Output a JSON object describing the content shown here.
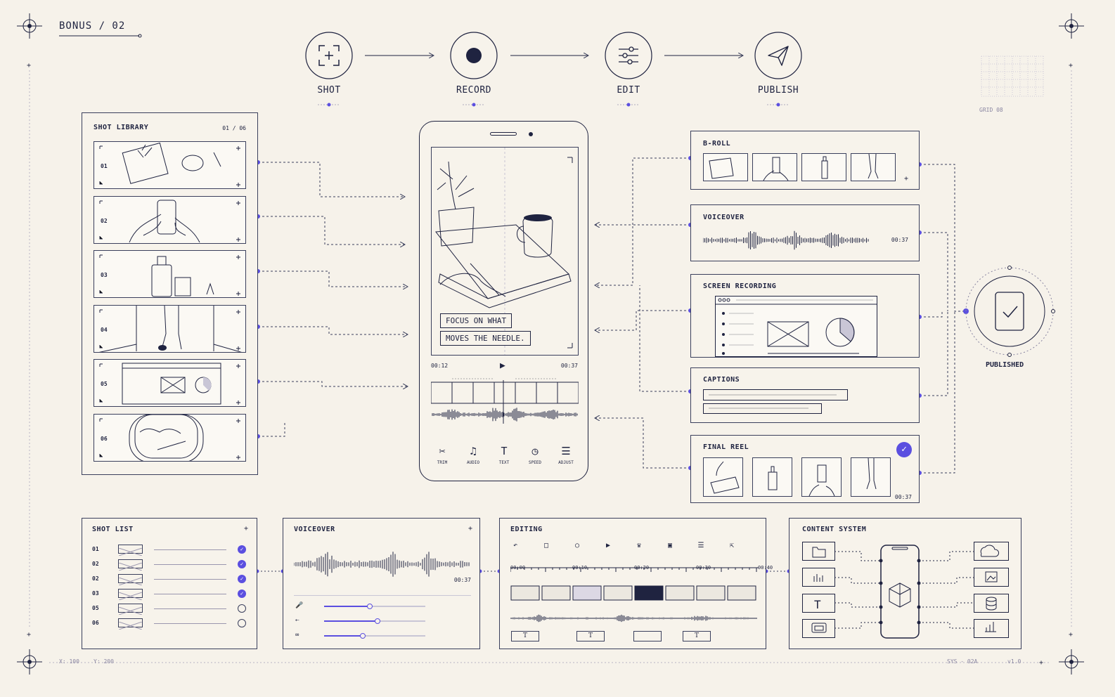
{
  "header": {
    "title": "BONUS / 02"
  },
  "steps": [
    {
      "label": "SHOT",
      "icon": "focus-frame-icon"
    },
    {
      "label": "RECORD",
      "icon": "record-dot-icon"
    },
    {
      "label": "EDIT",
      "icon": "sliders-icon"
    },
    {
      "label": "PUBLISH",
      "icon": "paper-plane-icon"
    }
  ],
  "grid_label": "GRID 08",
  "shot_library": {
    "title": "SHOT LIBRARY",
    "page": "01 / 06",
    "shots": [
      "01",
      "02",
      "03",
      "04",
      "05",
      "06"
    ]
  },
  "phone": {
    "caption_line1": "FOCUS ON WHAT",
    "caption_line2": "MOVES THE NEEDLE.",
    "time_current": "00:12",
    "time_total": "00:37",
    "tools": [
      "TRIM",
      "AUDIO",
      "TEXT",
      "SPEED",
      "ADJUST"
    ]
  },
  "right_panels": {
    "broll": {
      "title": "B-ROLL",
      "plus": "+"
    },
    "voiceover": {
      "title": "VOICEOVER",
      "time": "00:37"
    },
    "screen_recording": {
      "title": "SCREEN RECORDING"
    },
    "captions": {
      "title": "CAPTIONS"
    },
    "final_reel": {
      "title": "FINAL REEL",
      "time": "00:37"
    }
  },
  "published": {
    "label": "PUBLISHED"
  },
  "bottom": {
    "shot_list": {
      "title": "SHOT LIST",
      "plus": "+",
      "rows": [
        {
          "num": "01",
          "done": true
        },
        {
          "num": "02",
          "done": true
        },
        {
          "num": "02",
          "done": true
        },
        {
          "num": "03",
          "done": true
        },
        {
          "num": "05",
          "done": false
        },
        {
          "num": "06",
          "done": false
        }
      ]
    },
    "voiceover": {
      "title": "VOICEOVER",
      "plus": "+",
      "time": "00:37",
      "slider_levels": [
        0.45,
        0.53,
        0.38
      ]
    },
    "editing": {
      "title": "EDITING",
      "ticks": [
        "00:00",
        "00:10",
        "00:20",
        "00:30",
        "00:40"
      ],
      "text_marker": "T"
    },
    "content_system": {
      "title": "CONTENT SYSTEM"
    }
  },
  "footer": {
    "coord_x": "X: 100",
    "coord_y": "Y: 200",
    "sys": "SYS - 02A",
    "version": "v1.0"
  },
  "colors": {
    "accent": "#5b4fe0",
    "ink": "#1f2340",
    "paper": "#f6f2ea"
  }
}
